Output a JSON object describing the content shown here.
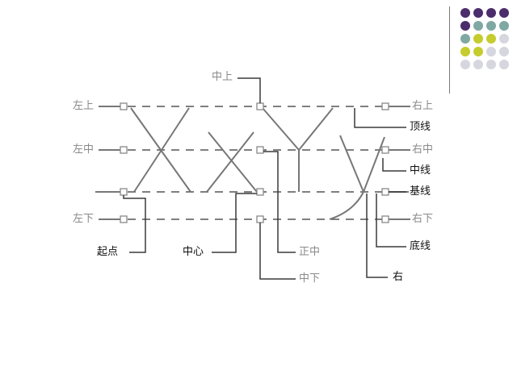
{
  "colors": {
    "purple": "#4b2d6b",
    "teal": "#7fa8a3",
    "lime": "#c5cc2e",
    "lightgray": "#d6d6de",
    "dash": "#555555",
    "stroke": "#777777",
    "leader": "#3a3a3a"
  },
  "decor_dots": [
    [
      "purple",
      "purple",
      "purple",
      "purple"
    ],
    [
      "purple",
      "teal",
      "teal",
      "teal"
    ],
    [
      "teal",
      "lime",
      "lime",
      "lightgray"
    ],
    [
      "lime",
      "lime",
      "lightgray",
      "lightgray"
    ],
    [
      "lightgray",
      "lightgray",
      "lightgray",
      "lightgray"
    ]
  ],
  "labels": {
    "top_left": "左上",
    "middle_left": "左中",
    "bottom_left": "左下",
    "top_center": "中上",
    "top_right": "右上",
    "middle_right": "右中",
    "bottom_right": "右下",
    "topline": "顶线",
    "midline": "中线",
    "baseline": "基线",
    "bottomline": "底线",
    "origin": "起点",
    "center": "中心",
    "exact_center": "正中",
    "bottom_center": "中下",
    "right": "右"
  }
}
